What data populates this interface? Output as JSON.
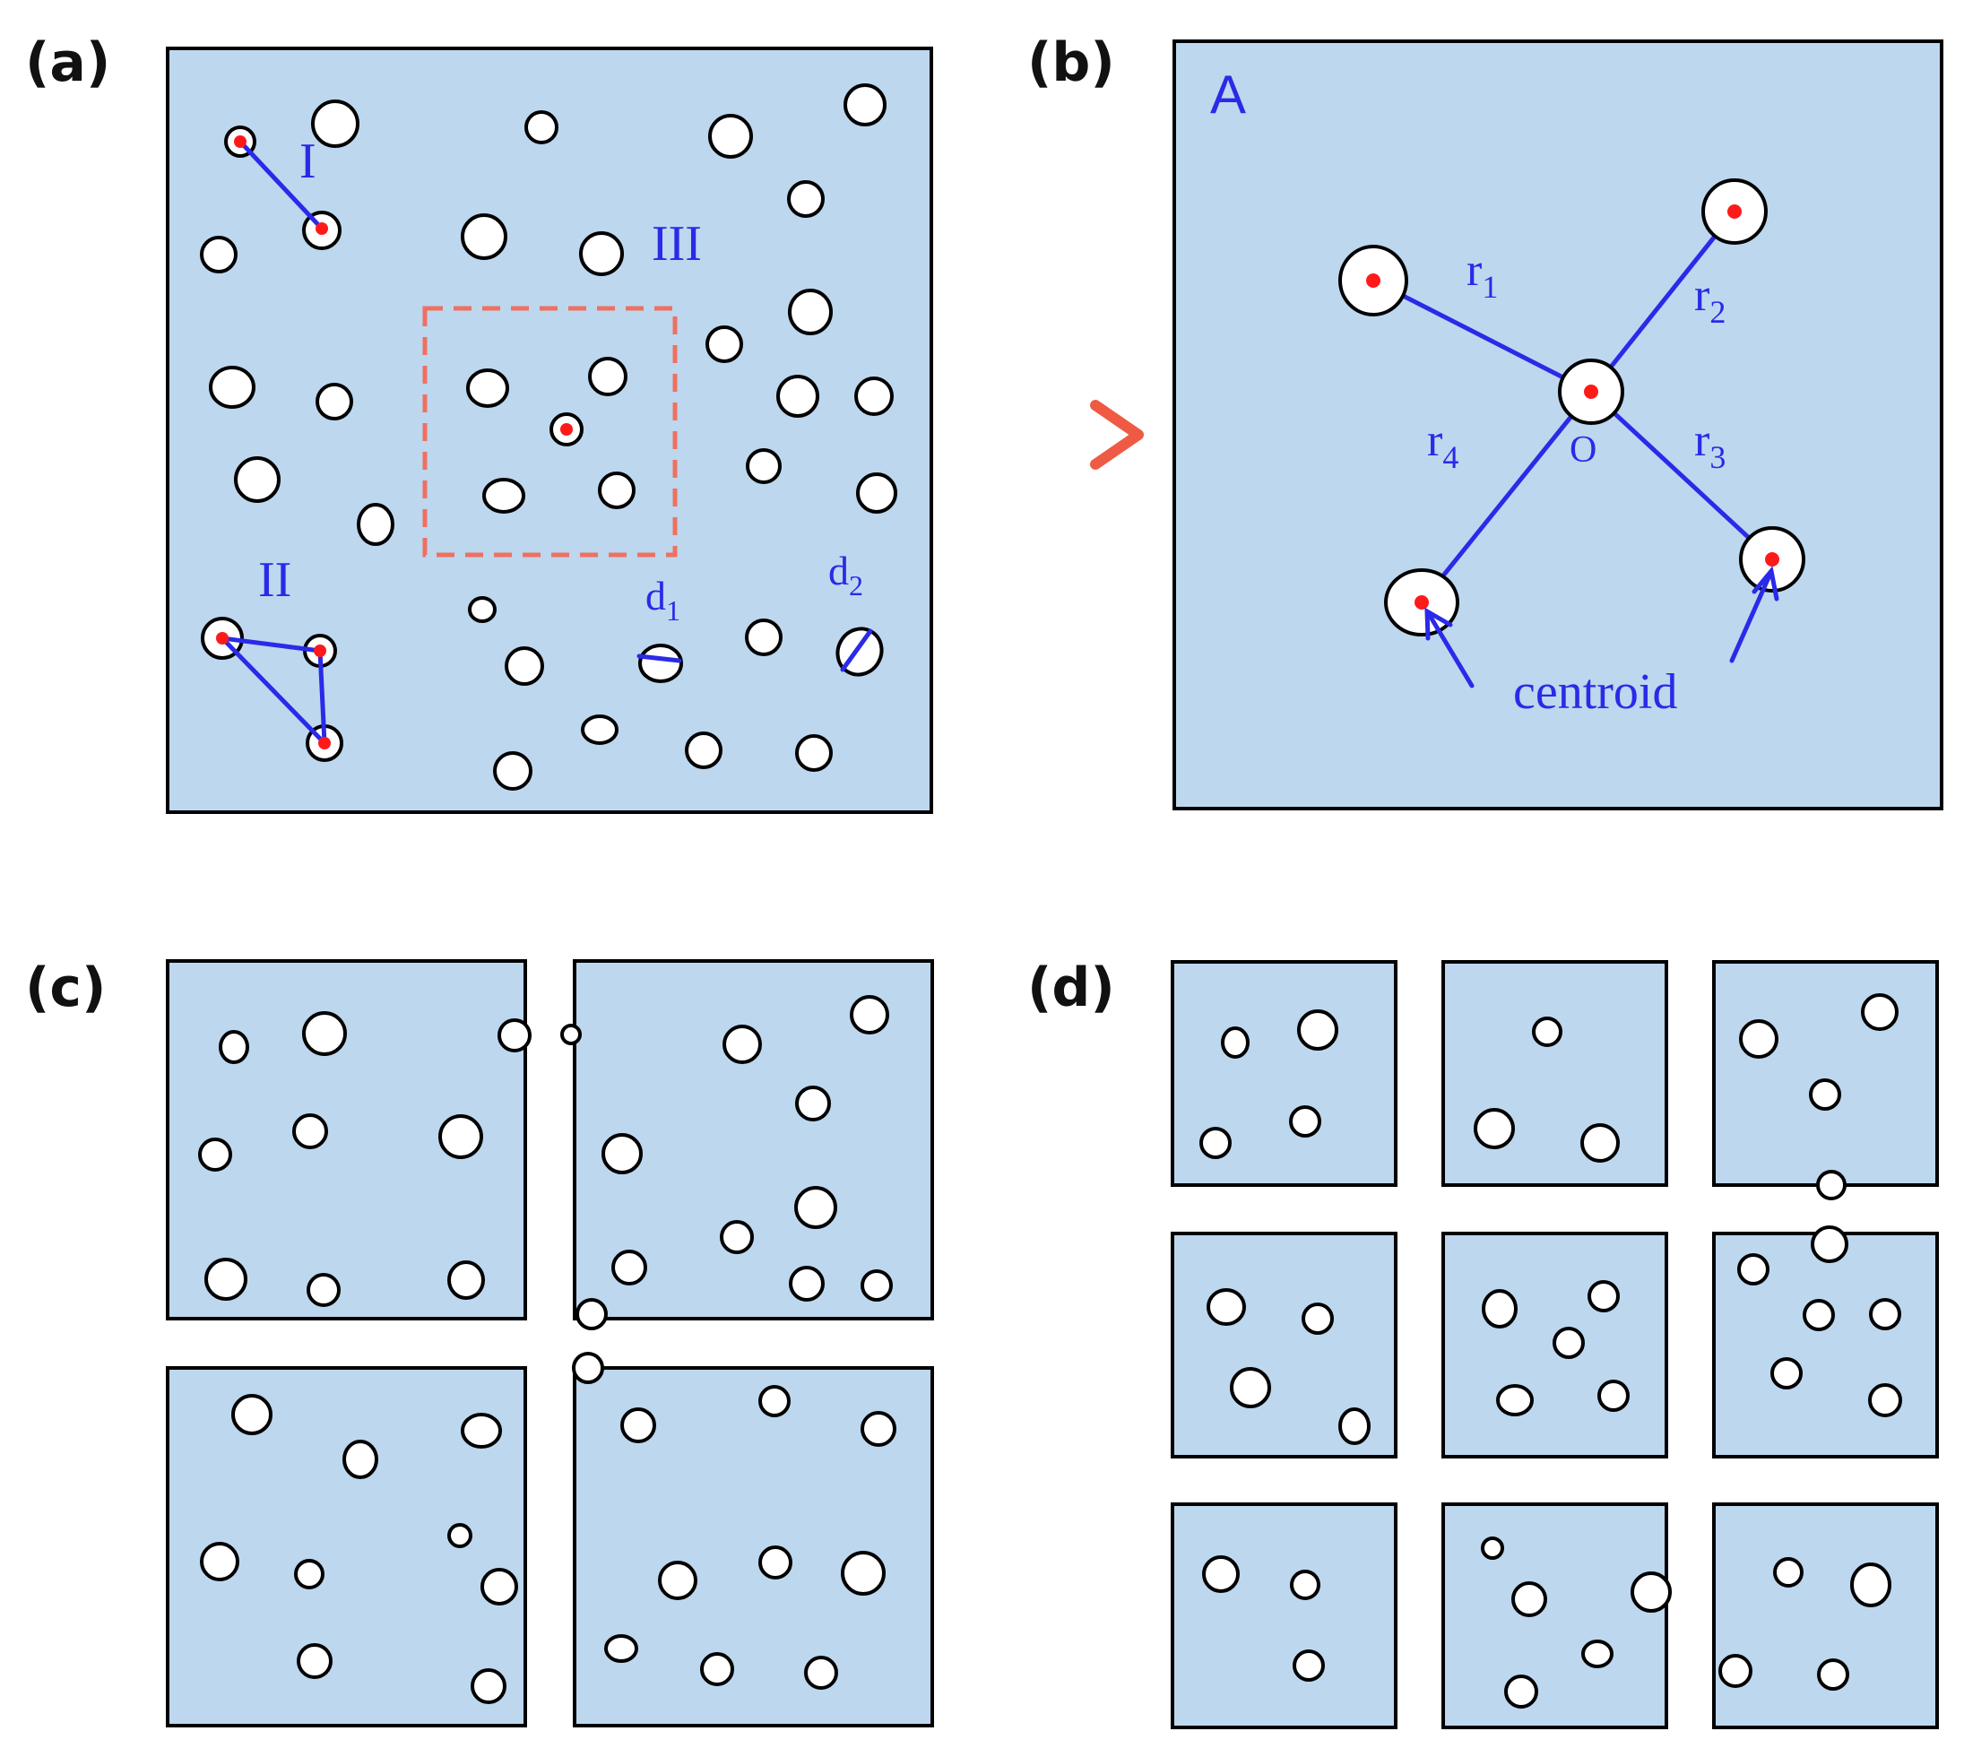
{
  "panels": {
    "a": "(a)",
    "b": "(b)",
    "c": "(c)",
    "d": "(d)"
  },
  "panel_a": {
    "region_I": "I",
    "region_II": "II",
    "region_III": "III",
    "d1_base": "d",
    "d1_sub": "1",
    "d2_base": "d",
    "d2_sub": "2"
  },
  "panel_b": {
    "area": "A",
    "r1_base": "r",
    "r1_sub": "1",
    "r2_base": "r",
    "r2_sub": "2",
    "r3_base": "r",
    "r3_sub": "3",
    "r4_base": "r",
    "r4_sub": "4",
    "origin": "O",
    "centroid": "centroid"
  },
  "colors": {
    "background": "#bdd7ee",
    "pore_fill": "#ffffff",
    "centroid_dot": "#ff1a1a",
    "annotation_blue": "#2a2ae8",
    "roi_dash": "#f07060",
    "arrow": "#f07060"
  }
}
